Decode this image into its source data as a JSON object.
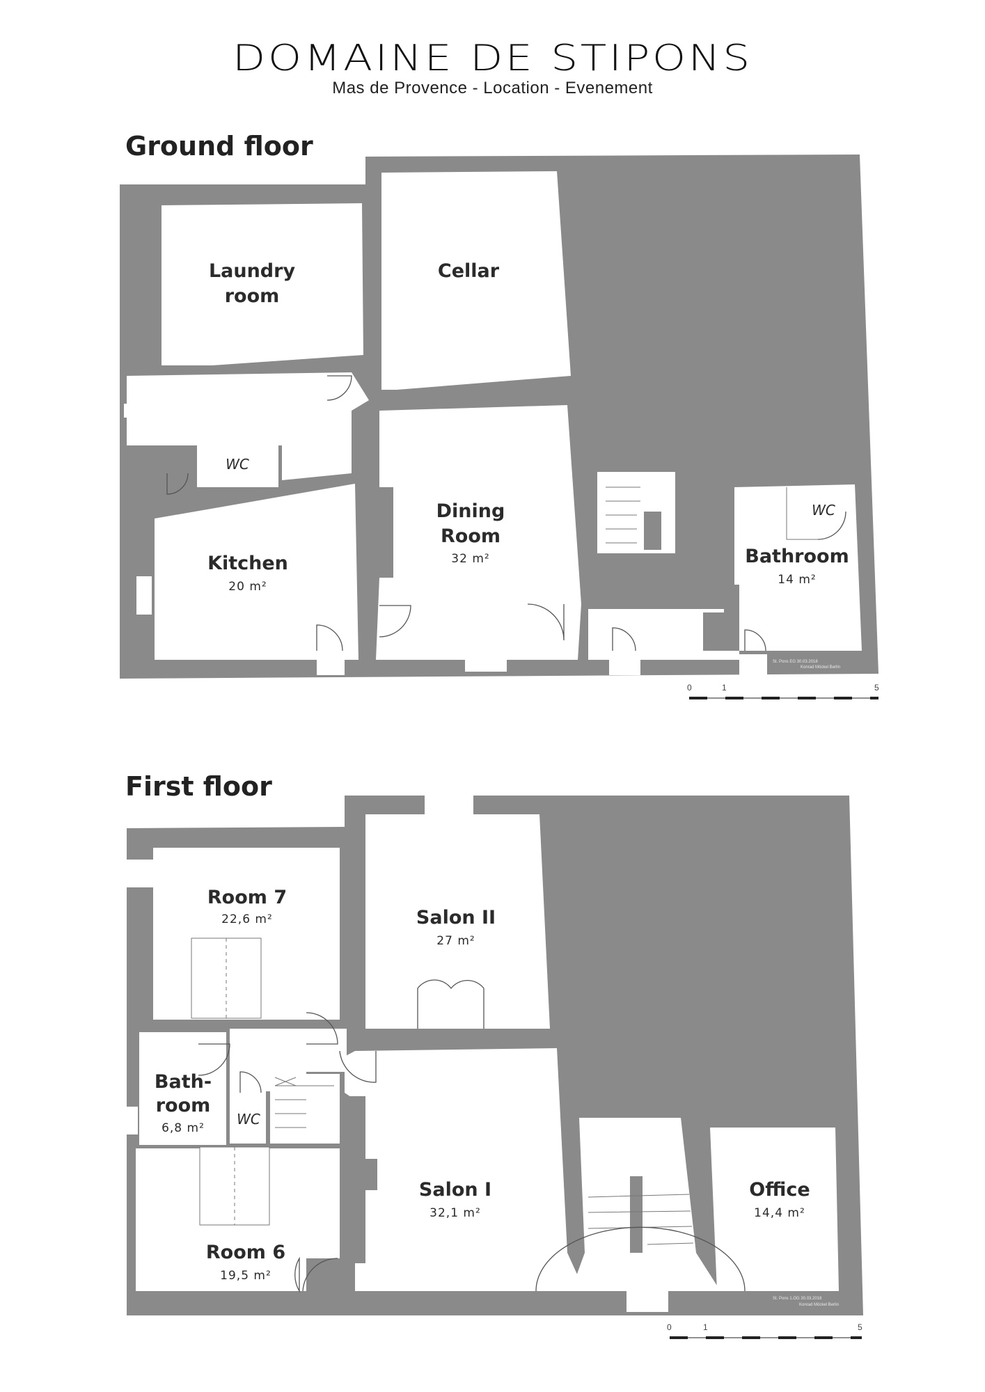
{
  "brand": {
    "title": "DOMAINE DE STIPONS",
    "subtitle": "Mas de Provence - Location - Evenement"
  },
  "ground_floor": {
    "title": "Ground floor",
    "rooms": {
      "laundry": {
        "line1": "Laundry",
        "line2": "room"
      },
      "cellar": {
        "name": "Cellar"
      },
      "wc_left": {
        "name": "WC"
      },
      "dining": {
        "line1": "Dining",
        "line2": "Room",
        "area": "32 m²"
      },
      "kitchen": {
        "name": "Kitchen",
        "area": "20 m²"
      },
      "wc_right": {
        "name": "WC"
      },
      "bathroom": {
        "name": "Bathroom",
        "area": "14 m²"
      }
    },
    "stamp": {
      "line1": "St. Pons    EG 30.03.2018",
      "line2": "Konrad Möckel Berlin"
    },
    "scale": {
      "start": "0",
      "mid": "1",
      "end": "5"
    }
  },
  "first_floor": {
    "title": "First floor",
    "rooms": {
      "room7": {
        "name": "Room 7",
        "area": "22,6 m²"
      },
      "salon2": {
        "name": "Salon II",
        "area": "27 m²"
      },
      "bathroom": {
        "line1": "Bath-",
        "line2": "room",
        "area": "6,8 m²"
      },
      "wc": {
        "name": "WC"
      },
      "salon1": {
        "name": "Salon I",
        "area": "32,1 m²"
      },
      "office": {
        "name": "Office",
        "area": "14,4 m²"
      },
      "room6": {
        "name": "Room 6",
        "area": "19,5 m²"
      }
    },
    "stamp": {
      "line1": "St. Pons   1.OG 30.03.2018",
      "line2": "Konrad Möckel Berlin"
    },
    "scale": {
      "start": "0",
      "mid": "1",
      "end": "5"
    }
  }
}
